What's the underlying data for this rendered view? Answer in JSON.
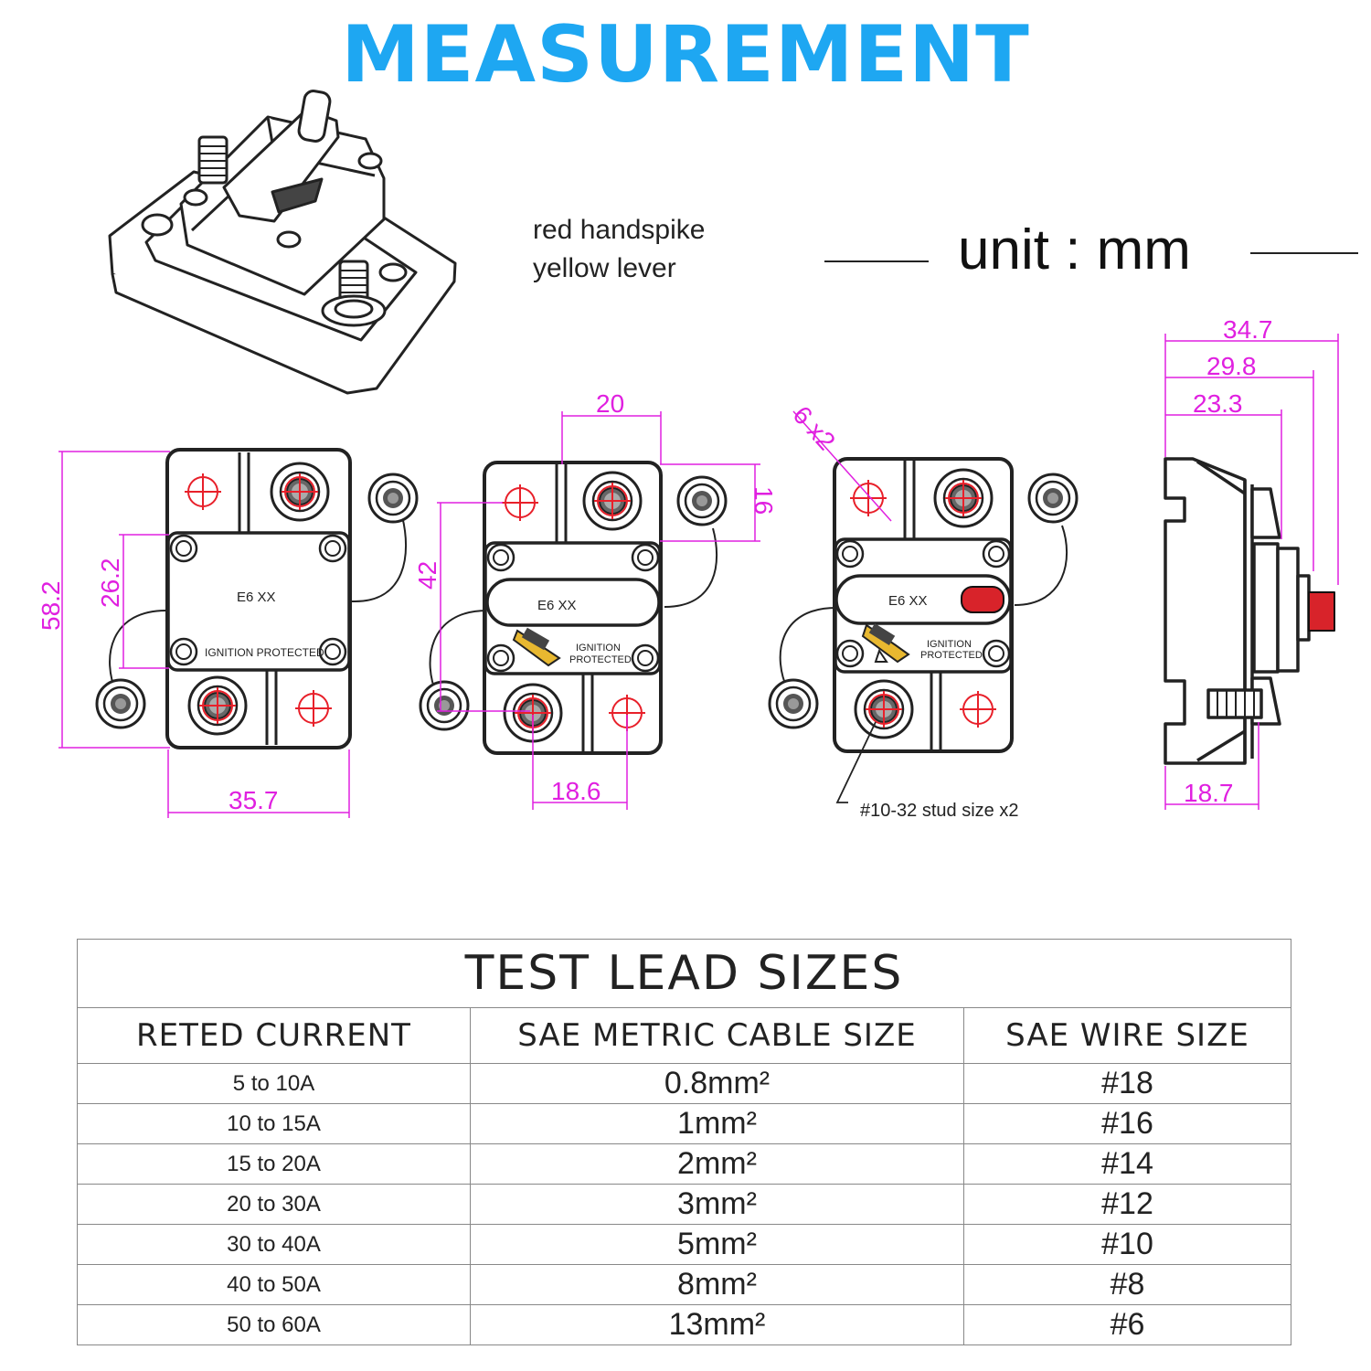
{
  "header": {
    "title": "MEASUREMENT"
  },
  "notes": {
    "line1": "red handspike",
    "line2": "yellow lever"
  },
  "unit": {
    "label": "unit : mm"
  },
  "dimensions": {
    "front_width": "35.7",
    "front_height": "58.2",
    "front_inner": "26.2",
    "top_offset": "20",
    "side_offset": "16",
    "hole_spacing": "42",
    "stud_spacing": "18.6",
    "hole_size": "6 x2",
    "depth_total": "34.7",
    "depth_mid": "29.8",
    "depth_body": "23.3",
    "stud_length": "18.7"
  },
  "plate": {
    "model": "E6  XX",
    "text_single": "IGNITION  PROTECTED",
    "text_line1": "IGNITION",
    "text_line2": "PROTECTED"
  },
  "callout": {
    "stud": "#10-32 stud size x2"
  },
  "colors": {
    "accent": "#1ea7f2",
    "dimension": "#e020e0",
    "marker": "#e8202a",
    "reset_button": "#d8232a",
    "lever": "#e8b830"
  },
  "table": {
    "title": "TEST LEAD SIZES",
    "headers": [
      "RETED CURRENT",
      "SAE METRIC CABLE SIZE",
      "SAE WIRE SIZE"
    ],
    "rows": [
      [
        "5 to 10A",
        "0.8mm²",
        "#18"
      ],
      [
        "10 to 15A",
        "1mm²",
        "#16"
      ],
      [
        "15 to 20A",
        "2mm²",
        "#14"
      ],
      [
        "20 to 30A",
        "3mm²",
        "#12"
      ],
      [
        "30 to 40A",
        "5mm²",
        "#10"
      ],
      [
        "40 to 50A",
        "8mm²",
        "#8"
      ],
      [
        "50 to 60A",
        "13mm²",
        "#6"
      ]
    ]
  }
}
